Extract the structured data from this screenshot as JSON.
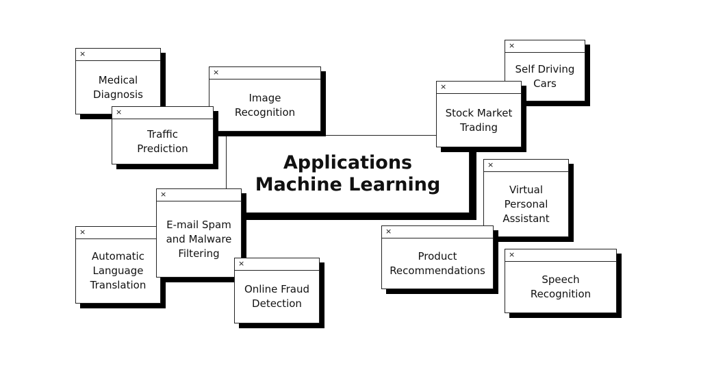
{
  "center": {
    "title": "Applications\nMachine Learning"
  },
  "close_glyph": "×",
  "windows": {
    "medical": "Medical\nDiagnosis",
    "traffic": "Traffic\nPrediction",
    "image": "Image\nRecognition",
    "email": "E-mail Spam\nand Malware\nFiltering",
    "translation": "Automatic\nLanguage\nTranslation",
    "fraud": "Online Fraud\nDetection",
    "selfdriving": "Self Driving\nCars",
    "stock": "Stock Market\nTrading",
    "assistant": "Virtual\nPersonal\nAssistant",
    "product": "Product\nRecommendations",
    "speech": "Speech\nRecognition"
  },
  "colors": {
    "border": "#222222",
    "shadow": "#000000",
    "background": "#ffffff"
  }
}
